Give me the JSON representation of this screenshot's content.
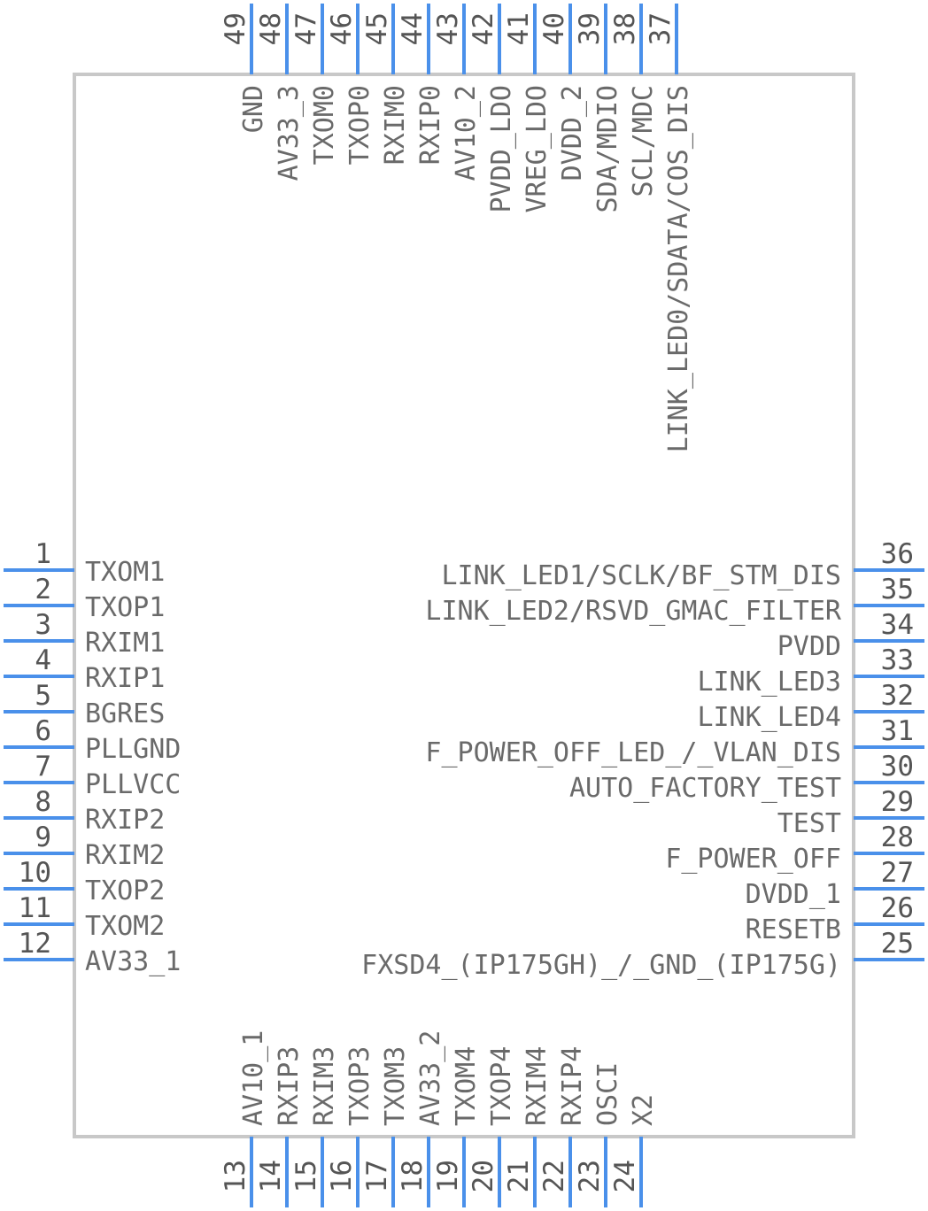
{
  "component": {
    "pins_left": [
      {
        "num": "1",
        "name": "TXOM1"
      },
      {
        "num": "2",
        "name": "TXOP1"
      },
      {
        "num": "3",
        "name": "RXIM1"
      },
      {
        "num": "4",
        "name": "RXIP1"
      },
      {
        "num": "5",
        "name": "BGRES"
      },
      {
        "num": "6",
        "name": "PLLGND"
      },
      {
        "num": "7",
        "name": "PLLVCC"
      },
      {
        "num": "8",
        "name": "RXIP2"
      },
      {
        "num": "9",
        "name": "RXIM2"
      },
      {
        "num": "10",
        "name": "TXOP2"
      },
      {
        "num": "11",
        "name": "TXOM2"
      },
      {
        "num": "12",
        "name": "AV33_1"
      }
    ],
    "pins_bottom": [
      {
        "num": "13",
        "name": "AV10_1"
      },
      {
        "num": "14",
        "name": "RXIP3"
      },
      {
        "num": "15",
        "name": "RXIM3"
      },
      {
        "num": "16",
        "name": "TXOP3"
      },
      {
        "num": "17",
        "name": "TXOM3"
      },
      {
        "num": "18",
        "name": "AV33_2"
      },
      {
        "num": "19",
        "name": "TXOM4"
      },
      {
        "num": "20",
        "name": "TXOP4"
      },
      {
        "num": "21",
        "name": "RXIM4"
      },
      {
        "num": "22",
        "name": "RXIP4"
      },
      {
        "num": "23",
        "name": "OSCI"
      },
      {
        "num": "24",
        "name": "X2"
      }
    ],
    "pins_right": [
      {
        "num": "25",
        "name": "FXSD4_(IP175GH)_/_GND_(IP175G)"
      },
      {
        "num": "26",
        "name": "RESETB"
      },
      {
        "num": "27",
        "name": "DVDD_1"
      },
      {
        "num": "28",
        "name": "F_POWER_OFF"
      },
      {
        "num": "29",
        "name": "TEST"
      },
      {
        "num": "30",
        "name": "AUTO_FACTORY_TEST"
      },
      {
        "num": "31",
        "name": "F_POWER_OFF_LED_/_VLAN_DIS"
      },
      {
        "num": "32",
        "name": "LINK_LED4"
      },
      {
        "num": "33",
        "name": "LINK_LED3"
      },
      {
        "num": "34",
        "name": "PVDD"
      },
      {
        "num": "35",
        "name": "LINK_LED2/RSVD_GMAC_FILTER"
      },
      {
        "num": "36",
        "name": "LINK_LED1/SCLK/BF_STM_DIS"
      }
    ],
    "pins_top": [
      {
        "num": "37",
        "name": "LINK_LED0/SDATA/COS_DIS"
      },
      {
        "num": "38",
        "name": "SCL/MDC"
      },
      {
        "num": "39",
        "name": "SDA/MDIO"
      },
      {
        "num": "40",
        "name": "DVDD_2"
      },
      {
        "num": "41",
        "name": "VREG_LDO"
      },
      {
        "num": "42",
        "name": "PVDD_LDO"
      },
      {
        "num": "43",
        "name": "AV10_2"
      },
      {
        "num": "44",
        "name": "RXIP0"
      },
      {
        "num": "45",
        "name": "RXIM0"
      },
      {
        "num": "46",
        "name": "TXOP0"
      },
      {
        "num": "47",
        "name": "TXOM0"
      },
      {
        "num": "48",
        "name": "AV33_3"
      },
      {
        "num": "49",
        "name": "GND"
      }
    ]
  },
  "colors": {
    "pin_line": "#4a90ea",
    "body_outline": "#c8c8c8",
    "text": "#6a6a6a"
  }
}
